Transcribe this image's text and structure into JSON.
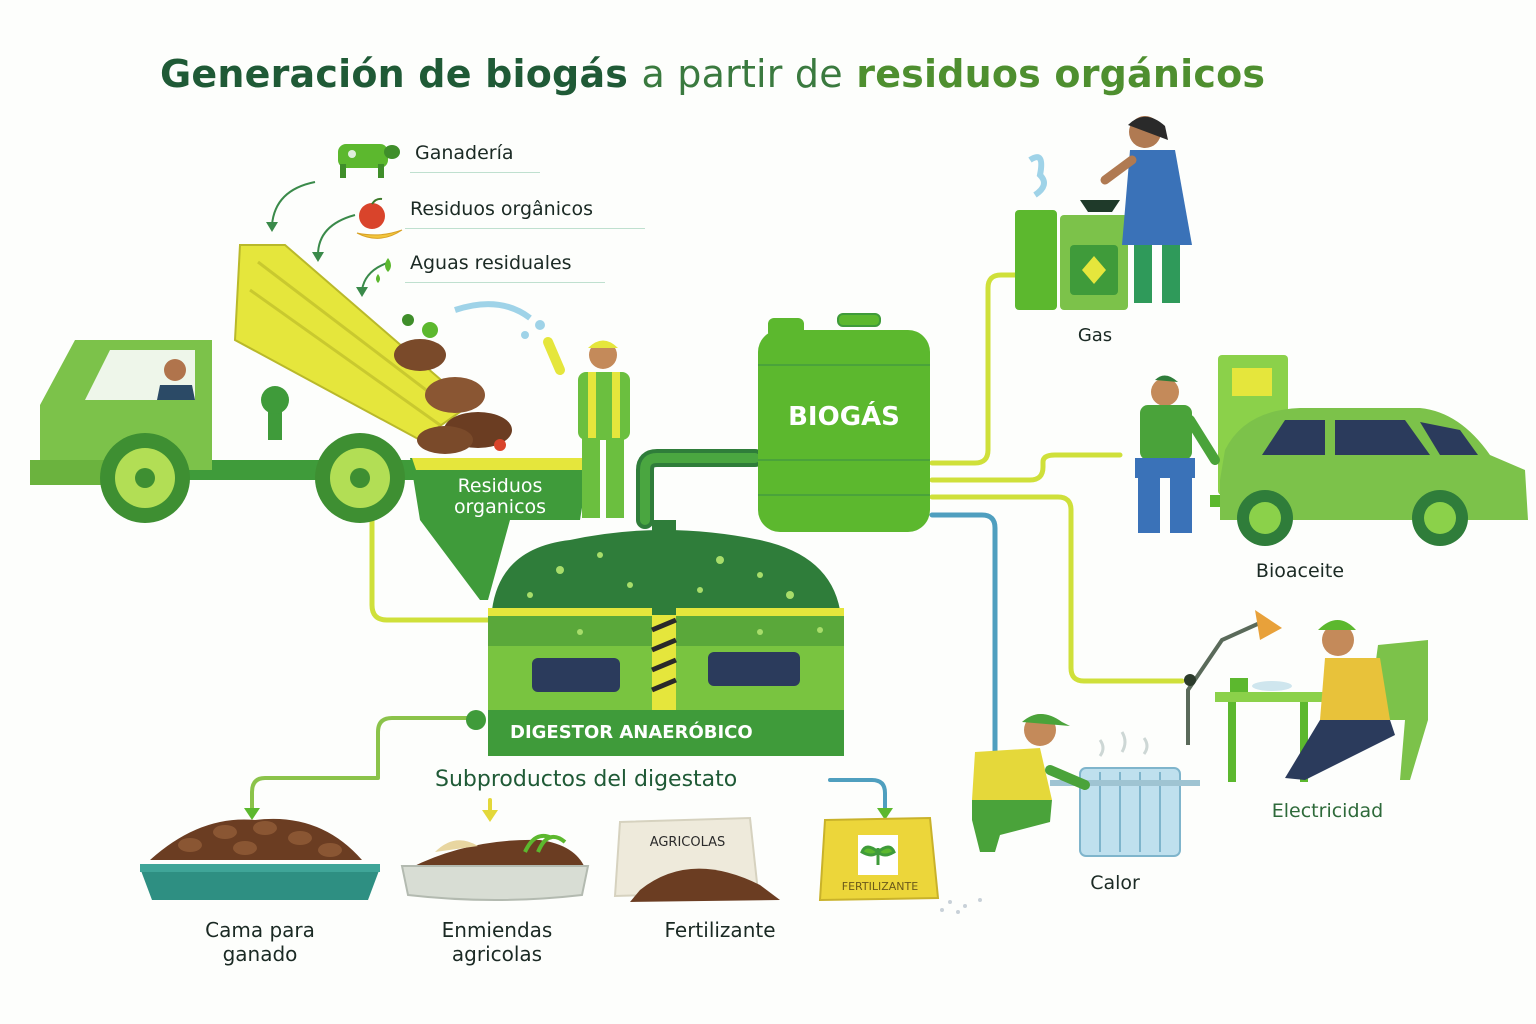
{
  "title": {
    "part1": "Generación de biogás",
    "part2": "a partir de",
    "part3": "residuos orgánicos"
  },
  "inputs": [
    {
      "label": "Ganadería",
      "icon": "cow-icon"
    },
    {
      "label": "Residuos orgânicos",
      "icon": "apple-banana-icon"
    },
    {
      "label": "Aguas residuales",
      "icon": "water-drop-icon"
    }
  ],
  "hopper_label_line1": "Residuos",
  "hopper_label_line2": "organicos",
  "tank_label": "BIOGÁS",
  "digester_label": "DIGESTOR ANAERÓBICO",
  "outputs": {
    "gas": "Gas",
    "bioaceite": "Bioaceite",
    "electricidad": "Electricidad",
    "calor": "Calor"
  },
  "subproducts_title": "Subproductos del digestato",
  "subproducts": {
    "cama_line1": "Cama para",
    "cama_line2": "ganado",
    "enmiendas_line1": "Enmiendas",
    "enmiendas_line2": "agricolas",
    "fertilizante": "Fertilizante"
  },
  "bag_labels": {
    "agricolas": "AGRICOLAS",
    "fertilizante": "FERTILIZANTE"
  },
  "colors": {
    "dark_green": "#1f5a36",
    "green": "#5cb82e",
    "light_green": "#8fd14f",
    "yellow": "#e3e13a",
    "blue_pipe": "#4f9fbf",
    "brown": "#6b3d22"
  }
}
